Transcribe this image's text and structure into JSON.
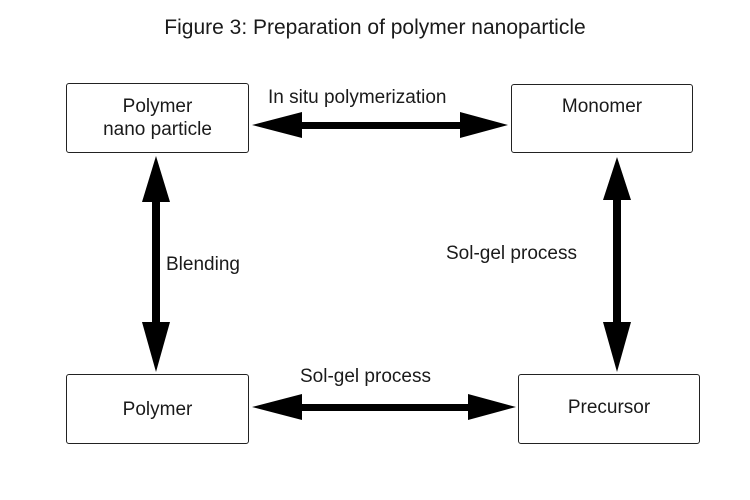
{
  "title": "Figure 3: Preparation of polymer nanoparticle",
  "nodes": {
    "polymer_nano": "Polymer\nnano particle",
    "monomer": "Monomer",
    "polymer": "Polymer",
    "precursor": "Precursor"
  },
  "edges": {
    "top": "In situ polymerization",
    "left": "Blending",
    "right": "Sol-gel process",
    "bottom": "Sol-gel process"
  }
}
